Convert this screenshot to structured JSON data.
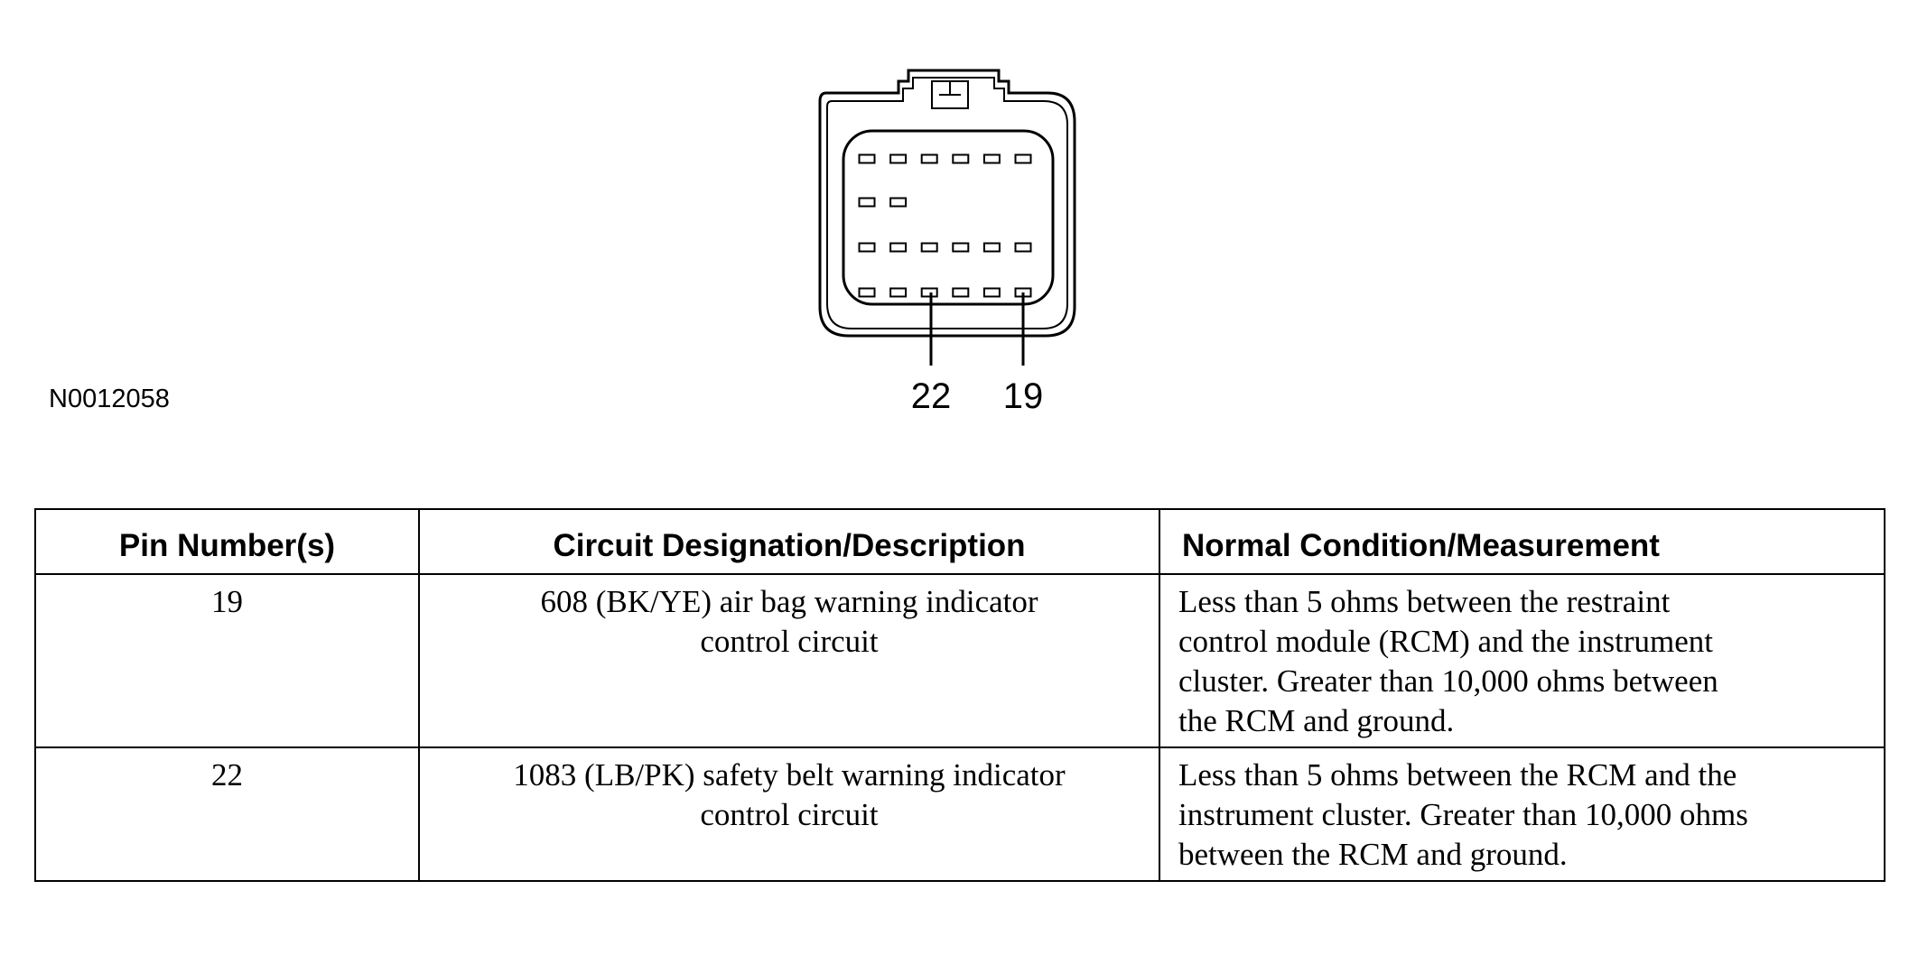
{
  "figure": {
    "id": "N0012058",
    "connector": {
      "rows": [
        6,
        2,
        6,
        6
      ],
      "callouts": [
        "22",
        "19"
      ]
    }
  },
  "table": {
    "headers": [
      "Pin Number(s)",
      "Circuit Designation/Description",
      "Normal Condition/Measurement"
    ],
    "rows": [
      {
        "pin": "19",
        "description": [
          "608 (BK/YE) air bag warning indicator",
          "control circuit"
        ],
        "condition": [
          "Less than 5 ohms between the restraint",
          "control module (RCM) and the instrument",
          "cluster. Greater than 10,000 ohms between",
          "the RCM and ground."
        ]
      },
      {
        "pin": "22",
        "description": [
          "1083 (LB/PK) safety belt warning indicator",
          "control circuit"
        ],
        "condition": [
          "Less than 5 ohms between the RCM and the",
          "instrument cluster. Greater than 10,000 ohms",
          "between the RCM and ground."
        ]
      }
    ]
  }
}
